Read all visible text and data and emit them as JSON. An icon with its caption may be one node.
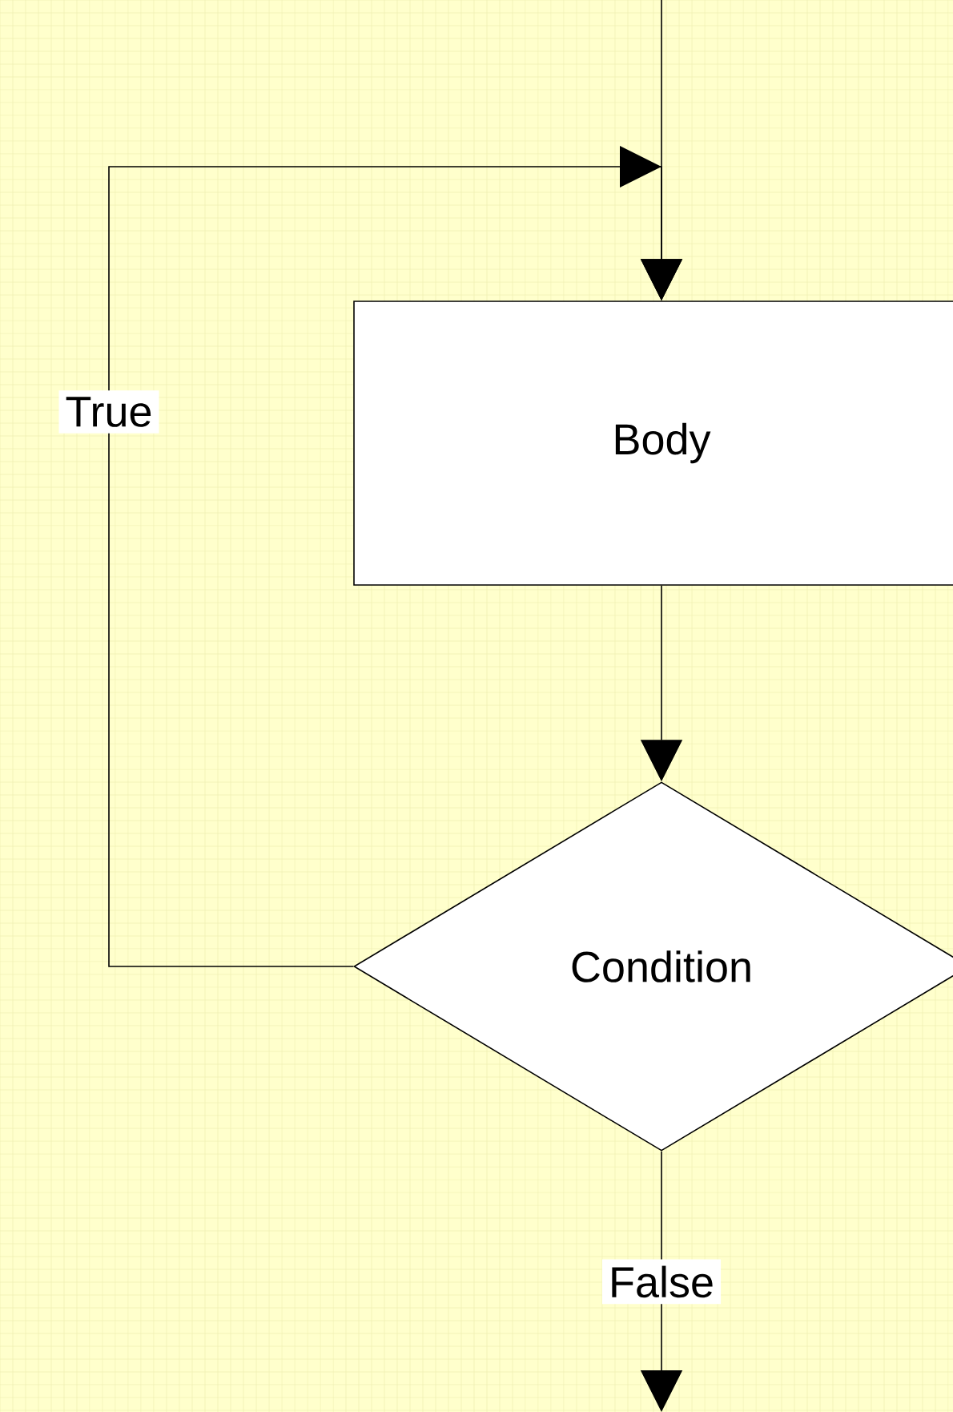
{
  "diagram": {
    "nodes": [
      {
        "text": [
          "Body"
        ]
      },
      {
        "text": [
          "Condition"
        ]
      }
    ],
    "edges": [
      {
        "from": null,
        "to": 0,
        "arrow": "to"
      },
      {
        "from": 0,
        "to": 1,
        "arrow": "to"
      },
      {
        "from": 1,
        "to": 0,
        "arrow": "to",
        "label": "True"
      },
      {
        "from": 1,
        "to": null,
        "arrow": "to",
        "label": "False"
      }
    ]
  }
}
